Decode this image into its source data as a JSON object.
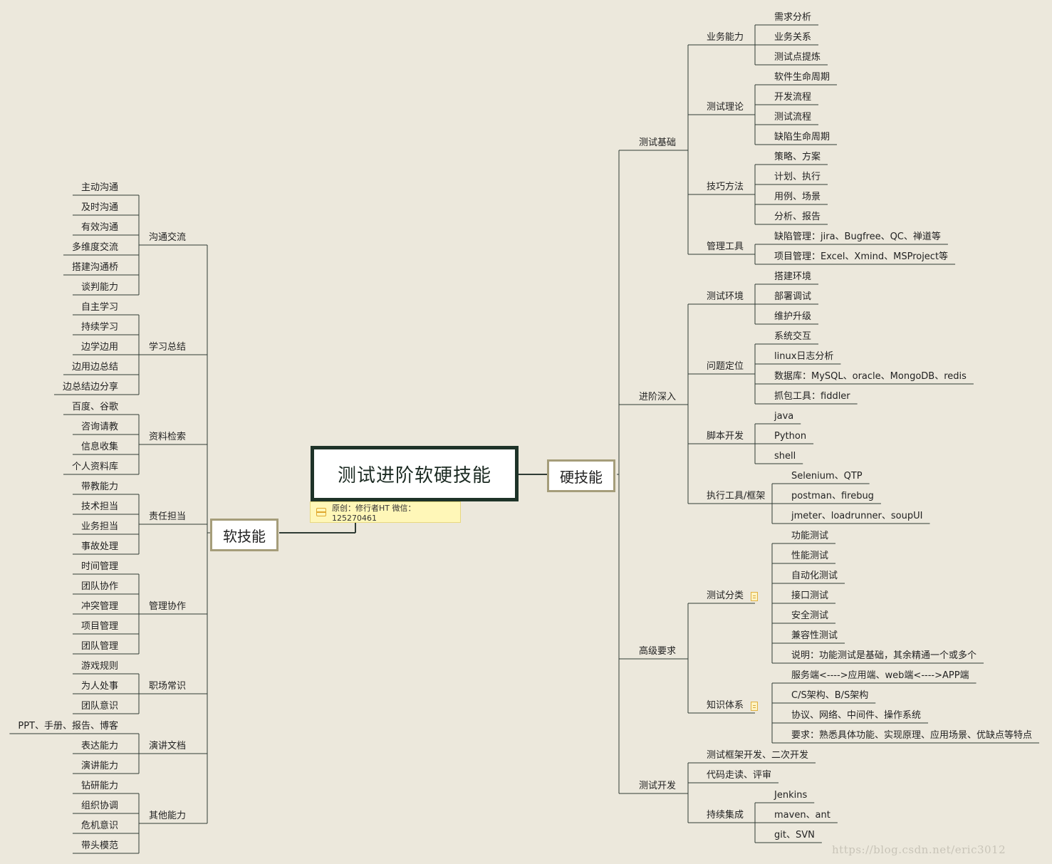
{
  "root": "测试进阶软硬技能",
  "note": "原创：修行者HT 微信：125270461",
  "hard": {
    "label": "硬技能",
    "groups": [
      {
        "label": "测试基础",
        "subs": [
          {
            "label": "业务能力",
            "items": [
              "需求分析",
              "业务关系",
              "测试点提炼"
            ]
          },
          {
            "label": "测试理论",
            "items": [
              "软件生命周期",
              "开发流程",
              "测试流程",
              "缺陷生命周期"
            ]
          },
          {
            "label": "技巧方法",
            "items": [
              "策略、方案",
              "计划、执行",
              "用例、场景",
              "分析、报告"
            ]
          },
          {
            "label": "管理工具",
            "items": [
              "缺陷管理：jira、Bugfree、QC、禅道等",
              "项目管理：Excel、Xmind、MSProject等"
            ]
          }
        ]
      },
      {
        "label": "进阶深入",
        "subs": [
          {
            "label": "测试环境",
            "items": [
              "搭建环境",
              "部署调试",
              "维护升级"
            ]
          },
          {
            "label": "问题定位",
            "items": [
              "系统交互",
              "linux日志分析",
              "数据库：MySQL、oracle、MongoDB、redis",
              "抓包工具：fiddler"
            ]
          },
          {
            "label": "脚本开发",
            "items": [
              "java",
              "Python",
              "shell"
            ]
          },
          {
            "label": "执行工具/框架",
            "items": [
              "Selenium、QTP",
              "postman、firebug",
              "jmeter、loadrunner、soupUI"
            ]
          }
        ]
      },
      {
        "label": "高级要求",
        "subs": [
          {
            "label": "测试分类",
            "note": true,
            "items": [
              "功能测试",
              "性能测试",
              "自动化测试",
              "接口测试",
              "安全测试",
              "兼容性测试",
              "说明：功能测试是基础，其余精通一个或多个"
            ]
          },
          {
            "label": "知识体系",
            "note": true,
            "items": [
              "服务端<---->应用端、web端<---->APP端",
              "C/S架构、B/S架构",
              "协议、网络、中间件、操作系统",
              "要求：熟悉具体功能、实现原理、应用场景、优缺点等特点"
            ]
          }
        ]
      },
      {
        "label": "测试开发",
        "subs": [
          {
            "label": "测试框架开发、二次开发",
            "items": []
          },
          {
            "label": "代码走读、评审",
            "items": []
          },
          {
            "label": "持续集成",
            "items": [
              "Jenkins",
              "maven、ant",
              "git、SVN"
            ]
          }
        ]
      }
    ]
  },
  "soft": {
    "label": "软技能",
    "groups": [
      {
        "label": "沟通交流",
        "items": [
          "主动沟通",
          "及时沟通",
          "有效沟通",
          "多维度交流",
          "搭建沟通桥",
          "谈判能力"
        ]
      },
      {
        "label": "学习总结",
        "items": [
          "自主学习",
          "持续学习",
          "边学边用",
          "边用边总结",
          "边总结边分享"
        ]
      },
      {
        "label": "资料检索",
        "items": [
          "百度、谷歌",
          "咨询请教",
          "信息收集",
          "个人资料库"
        ]
      },
      {
        "label": "责任担当",
        "items": [
          "带教能力",
          "技术担当",
          "业务担当",
          "事故处理"
        ]
      },
      {
        "label": "管理协作",
        "items": [
          "时间管理",
          "团队协作",
          "冲突管理",
          "项目管理",
          "团队管理"
        ]
      },
      {
        "label": "职场常识",
        "items": [
          "游戏规则",
          "为人处事",
          "团队意识"
        ]
      },
      {
        "label": "演讲文档",
        "items": [
          "PPT、手册、报告、博客",
          "表达能力",
          "演讲能力"
        ]
      },
      {
        "label": "其他能力",
        "items": [
          "钻研能力",
          "组织协调",
          "危机意识",
          "带头模范"
        ]
      }
    ]
  },
  "watermark": "https://blog.csdn.net/eric3012",
  "colors": {
    "background": "#ece8dc",
    "root_border": "#1e3328",
    "main_border": "#a59d7a",
    "line": "#2f3b35",
    "note_bg": "#fff7b8"
  }
}
